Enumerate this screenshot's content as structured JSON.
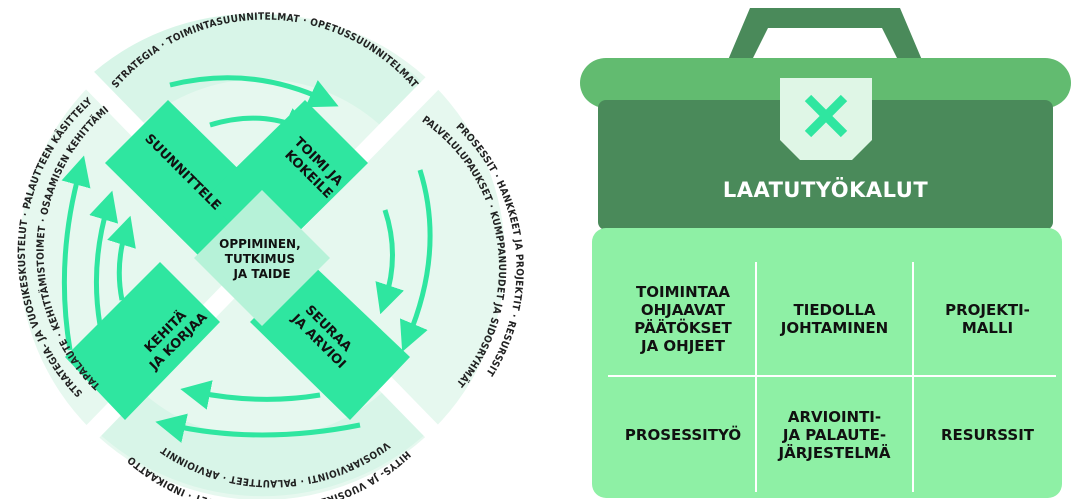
{
  "cycle": {
    "center_lines": [
      "OPPIMINEN,",
      "TUTKIMUS",
      "JA TAIDE"
    ],
    "quadrants": {
      "top_left": [
        "SUUNNITTELE"
      ],
      "top_right": [
        "TOIMI JA",
        "KOKEILE"
      ],
      "bottom_right": [
        "SEURAA",
        "JA ARVIOI"
      ],
      "bottom_left": [
        "KEHITÄ",
        "JA KORJAA"
      ]
    },
    "arc_labels": {
      "top": "STRATEGIA · TOIMINTASUUNNITELMAT · OPETUSSUUNNITELMAT",
      "right_outer": "PROSESSIT · HANKKEET JA PROJEKTIT · RESURSSIT",
      "right_inner": "PALVELULUPAUKSET · KUMPPANUUDET JA SIDOSRYHMÄT",
      "bottom_outer": "VUOSIARVIOINTI · PALAUTTEET · ARVIOINNIT",
      "bottom_inner": "KEHITYS- JA VUOSIKESKUSTELUT · TULOKSET · INDIKAATTORIT",
      "left_outer": "STRATEGIA- JA VUOSIKESKUSTELUT · PALAUTTEEN KÄSITTELY",
      "left_inner": "VASTAPALAUTE · KEHITTÄMISTOIMET · OSAAMISEN KEHITTÄMINEN"
    }
  },
  "toolbox": {
    "title": "LAATUTYÖKALUT",
    "cells": [
      "TOIMINTAA\nOHJAAVAT\nPÄÄTÖKSET\nJA OHJEET",
      "TIEDOLLA\nJOHTAMINEN",
      "PROJEKTI-\nMALLI",
      "PROSESSITYÖ",
      "ARVIOINTI-\nJA PALAUTE-\nJÄRJESTELMÄ",
      "RESURSSIT"
    ]
  },
  "colors": {
    "accent": "#2fe6a0",
    "center": "#b6f2d8",
    "ring": "#e6f8ef",
    "ring_band": "#d6f4e6",
    "toolbox_dark": "#4a8a5a",
    "toolbox_panel": "#8ef0a5",
    "toolbox_lid": "#62bb70"
  }
}
